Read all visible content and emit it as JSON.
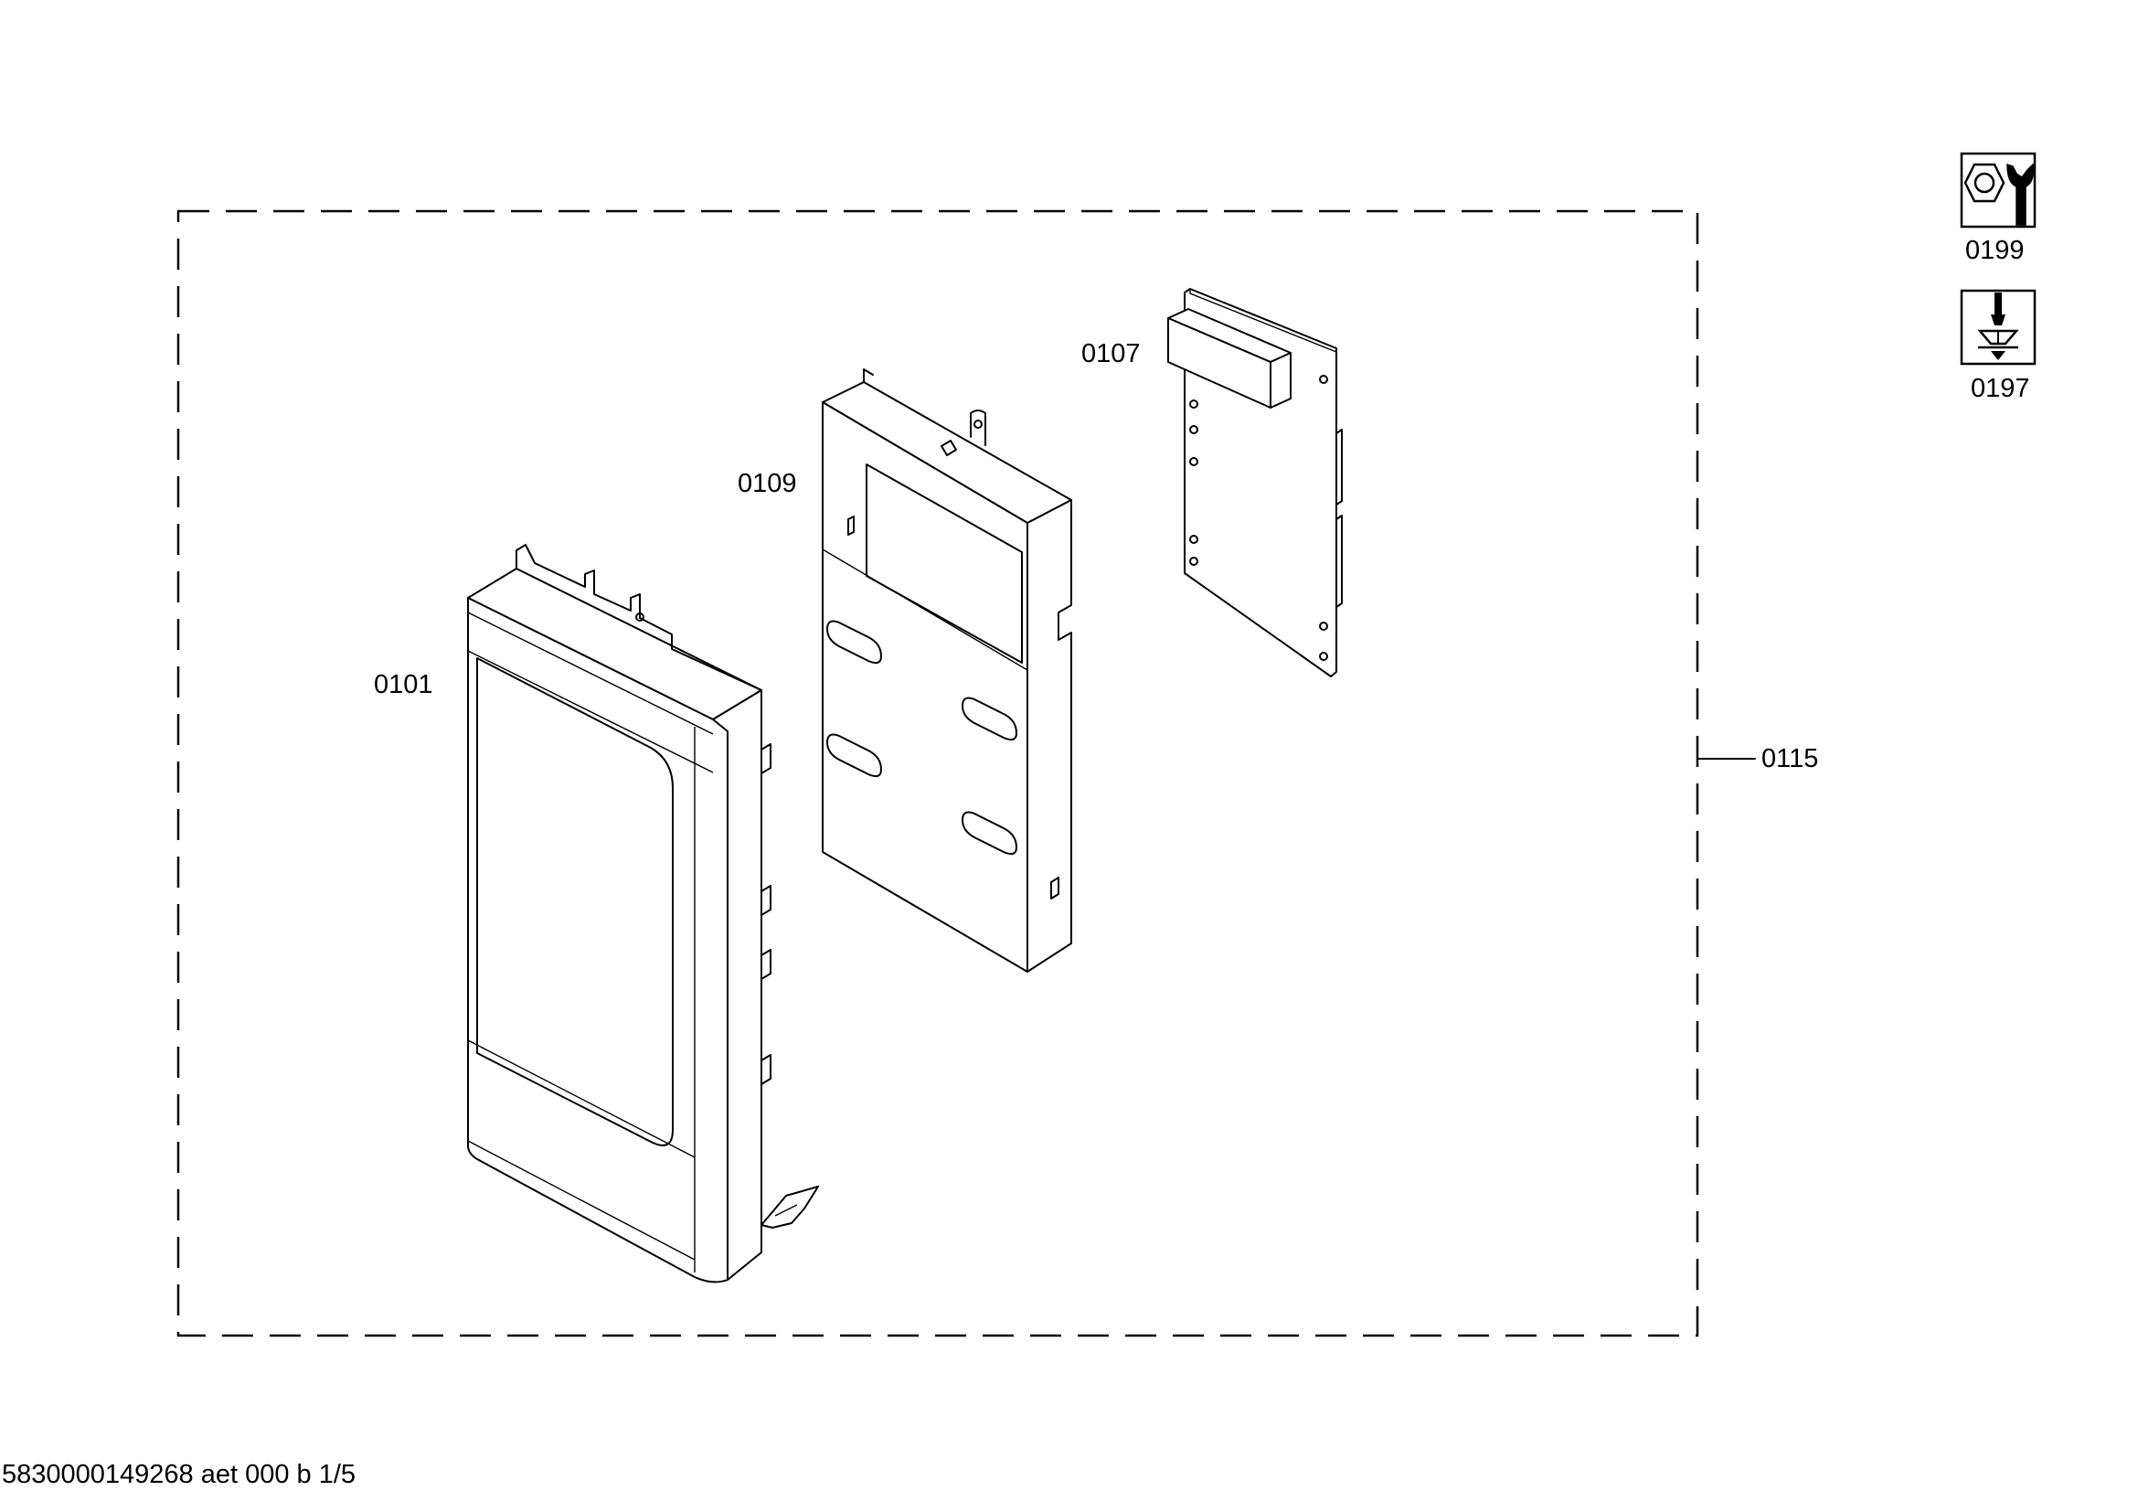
{
  "part_labels": {
    "p0101": "0101",
    "p0109": "0109",
    "p0107": "0107",
    "p0115": "0115"
  },
  "icons": {
    "service_tool": {
      "name": "wrench-nut-icon",
      "label": "0199"
    },
    "screw": {
      "name": "screwdriver-screw-icon",
      "label": "0197"
    }
  },
  "footer": {
    "document_id": "5830000149268 aet 000 b 1/5"
  }
}
